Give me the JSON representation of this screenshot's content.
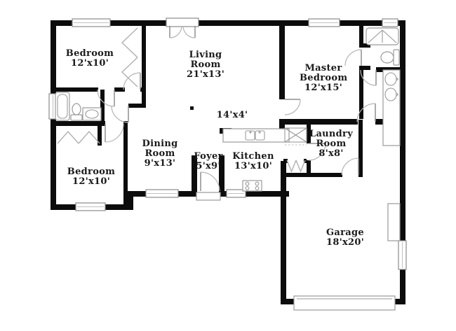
{
  "floorplan": {
    "rooms": {
      "bedroom1": {
        "name": "Bedroom",
        "dims": "12'x10'"
      },
      "living": {
        "name": "Living Room",
        "dims": "21'x13'"
      },
      "master": {
        "name": "Master Bedroom",
        "dims": "12'x15'"
      },
      "hall": {
        "dims": "14'x4'"
      },
      "dining": {
        "name": "Dining Room",
        "dims": "9'x13'"
      },
      "foyer": {
        "name": "Foyer",
        "dims": "5'x9'"
      },
      "kitchen": {
        "name": "Kitchen",
        "dims": "13'x10'"
      },
      "laundry": {
        "name": "Laundry Room",
        "dims": "8'x8'"
      },
      "bedroom2": {
        "name": "Bedroom",
        "dims": "12'x10'"
      },
      "garage": {
        "name": "Garage",
        "dims": "18'x20'"
      }
    },
    "fixtures": [
      "bathtub",
      "toilet",
      "vanity-sink",
      "shower",
      "double-vanity-sink",
      "kitchen-sink",
      "range",
      "washer-dryer-space",
      "water-heater-platform",
      "garage-door",
      "entry-door",
      "window",
      "bifold-closet-doors"
    ],
    "colors": {
      "wall": "#0c0c0c",
      "fixture_outline": "#9a9a9a",
      "label_text": "#1a1a1a",
      "background": "#ffffff"
    }
  }
}
